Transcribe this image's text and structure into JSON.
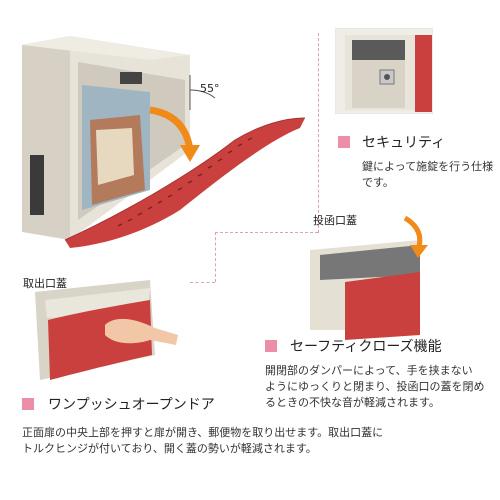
{
  "angle_label": "55°",
  "security": {
    "title": "セキュリティ",
    "desc_lines": [
      "鍵によって施錠を行う仕様",
      "です。"
    ]
  },
  "insert_lid": {
    "label": "投函口蓋"
  },
  "outlet_lid": {
    "label": "取出口蓋"
  },
  "safety_close": {
    "title": "セーフティクローズ機能",
    "desc_lines": [
      "開閉部のダンパーによって、手を挟まない",
      "ようにゆっくりと閉まり、投函口の蓋を閉め",
      "るときの不快な音が軽減されます。"
    ]
  },
  "one_push": {
    "title": "ワンプッシュオープンドア",
    "desc_lines": [
      "正面扉の中央上部を押すと扉が開き、郵便物を取り出せます。取出口蓋に",
      "トルクヒンジが付いており、開く蓋の勢いが軽減されます。"
    ]
  },
  "colors": {
    "accent_pink": "#ec8ea7",
    "mailbox_red": "#c9403e",
    "body_beige": "#e4e0d4",
    "arrow_orange": "#f08a18"
  }
}
